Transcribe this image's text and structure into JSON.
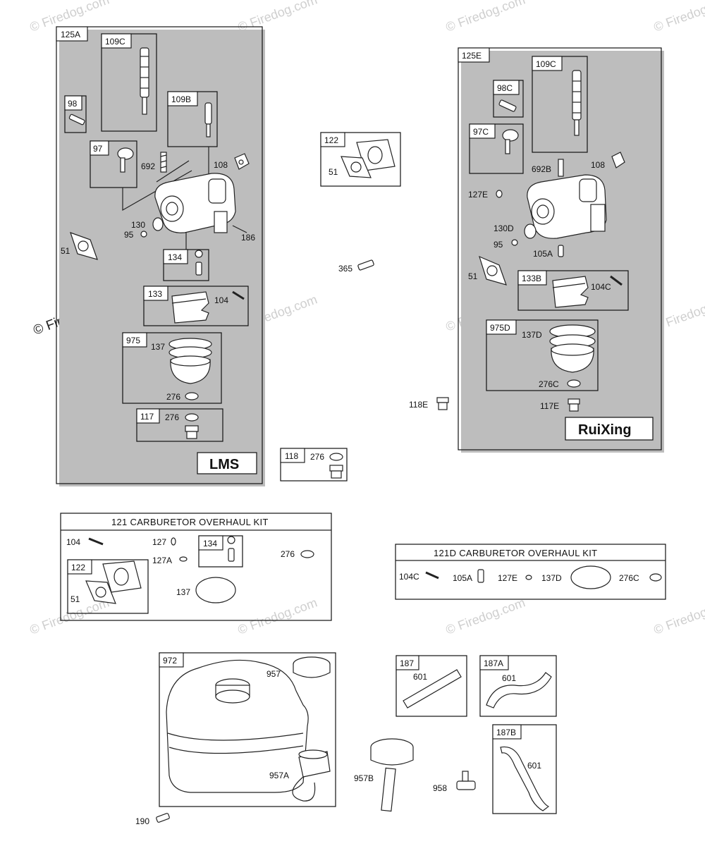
{
  "watermarks": {
    "faint": "© Firedog.com",
    "main": "© Firedog.com"
  },
  "boxes": {
    "b125A": "125A",
    "b109C": "109C",
    "b98": "98",
    "b109B": "109B",
    "b97": "97",
    "b134": "134",
    "b133": "133",
    "b975": "975",
    "b117": "117",
    "b122": "122",
    "b118": "118",
    "b125E": "125E",
    "b98C": "98C",
    "b109C_e": "109C",
    "b97C": "97C",
    "b133B": "133B",
    "b975D": "975D",
    "b122_kit": "122",
    "b134_kit": "134",
    "b972": "972",
    "b187": "187",
    "b187A": "187A",
    "b187B": "187B"
  },
  "labels": {
    "l692": "692",
    "l108": "108",
    "l130": "130",
    "l95": "95",
    "l186": "186",
    "l51": "51",
    "l104": "104",
    "l137": "137",
    "l276a": "276",
    "l276b": "276",
    "l51_122": "51",
    "l365": "365",
    "l276_118": "276",
    "l692B": "692B",
    "l108_e": "108",
    "l127E": "127E",
    "l130D": "130D",
    "l95_e": "95",
    "l105A": "105A",
    "l51_e": "51",
    "l104C": "104C",
    "l137D": "137D",
    "l276C": "276C",
    "l117E": "117E",
    "l118E": "118E",
    "k104": "104",
    "k127": "127",
    "k127A": "127A",
    "k276": "276",
    "k137": "137",
    "k51": "51",
    "d104C": "104C",
    "d105A": "105A",
    "d127E": "127E",
    "d137D": "137D",
    "d276C": "276C",
    "t957": "957",
    "t957A": "957A",
    "t957B": "957B",
    "t958": "958",
    "t190": "190",
    "h601a": "601",
    "h601b": "601",
    "h601c": "601"
  },
  "brands": {
    "lms": "LMS",
    "ruixing": "RuiXing"
  },
  "kits": {
    "kit121_title": "121 CARBURETOR OVERHAUL KIT",
    "kit121D_title": "121D CARBURETOR OVERHAUL KIT"
  }
}
